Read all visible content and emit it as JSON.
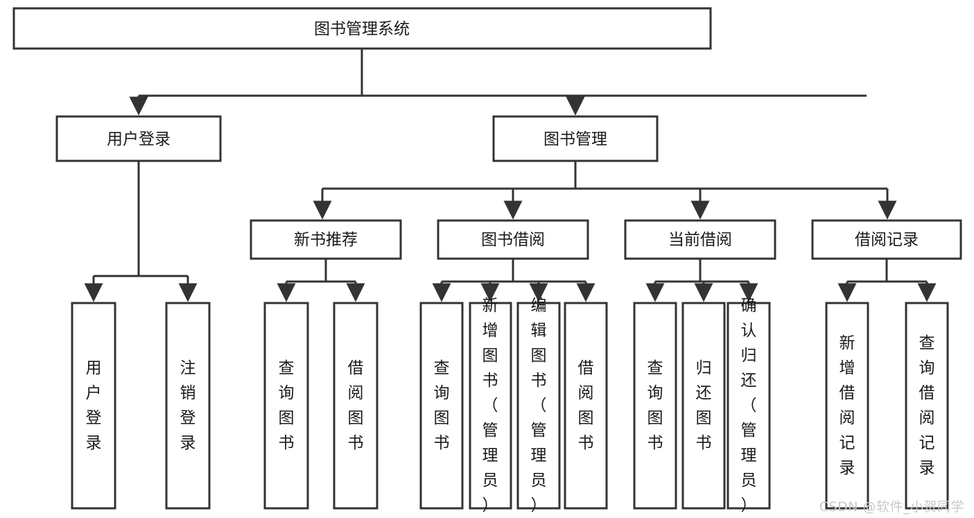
{
  "diagram": {
    "type": "tree-flowchart",
    "title": "图书管理系统",
    "watermark": "CSDN @软件_小贺同学",
    "colors": {
      "stroke": "#333333",
      "fill": "#ffffff",
      "text": "#1a1a1a",
      "watermark": "#c9c9c9"
    },
    "levels": {
      "root": {
        "label": "图书管理系统",
        "orientation": "horizontal"
      },
      "level2": [
        {
          "label": "用户登录",
          "orientation": "horizontal"
        },
        {
          "label": "图书管理",
          "orientation": "horizontal"
        }
      ],
      "level3": [
        {
          "label": "新书推荐",
          "orientation": "horizontal",
          "parent": "图书管理"
        },
        {
          "label": "图书借阅",
          "orientation": "horizontal",
          "parent": "图书管理"
        },
        {
          "label": "当前借阅",
          "orientation": "horizontal",
          "parent": "图书管理"
        },
        {
          "label": "借阅记录",
          "orientation": "horizontal",
          "parent": "图书管理"
        }
      ],
      "leaves": [
        {
          "label": "用户登录",
          "orientation": "vertical",
          "parent": "用户登录"
        },
        {
          "label": "注销登录",
          "orientation": "vertical",
          "parent": "用户登录"
        },
        {
          "label": "查询图书",
          "orientation": "vertical",
          "parent": "新书推荐"
        },
        {
          "label": "借阅图书",
          "orientation": "vertical",
          "parent": "新书推荐"
        },
        {
          "label": "查询图书",
          "orientation": "vertical",
          "parent": "图书借阅"
        },
        {
          "label": "新增图书（管理员）",
          "orientation": "vertical",
          "parent": "图书借阅"
        },
        {
          "label": "编辑图书（管理员）",
          "orientation": "vertical",
          "parent": "图书借阅"
        },
        {
          "label": "借阅图书",
          "orientation": "vertical",
          "parent": "图书借阅"
        },
        {
          "label": "查询图书",
          "orientation": "vertical",
          "parent": "当前借阅"
        },
        {
          "label": "归还图书",
          "orientation": "vertical",
          "parent": "当前借阅"
        },
        {
          "label": "确认归还（管理员）",
          "orientation": "vertical",
          "parent": "当前借阅"
        },
        {
          "label": "新增借阅记录",
          "orientation": "vertical",
          "parent": "借阅记录"
        },
        {
          "label": "查询借阅记录",
          "orientation": "vertical",
          "parent": "借阅记录"
        }
      ]
    }
  }
}
